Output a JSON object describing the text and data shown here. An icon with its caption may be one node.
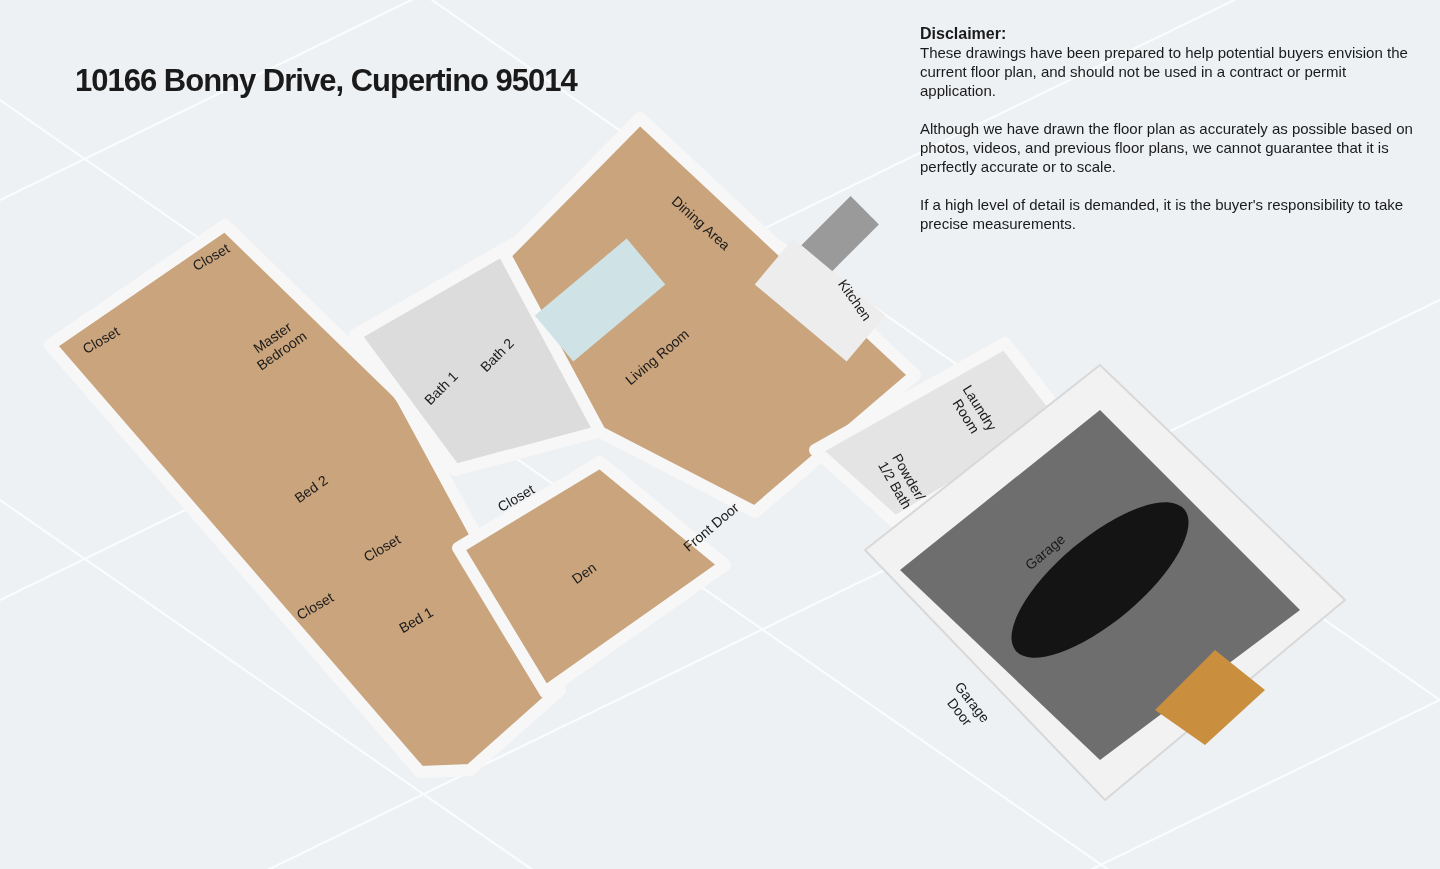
{
  "diagram": {
    "title": "10166 Bonny Drive, Cupertino 95014",
    "labels": [
      "Disclaimer:",
      "These drawings have been prepared to help potential buyers envision the current floor plan, and should not be used in a contract or permit application.",
      "Although we have drawn the floor plan as accurately as possible based on photos, videos, and previous floor plans, we cannot guarantee that it is perfectly accurate or to scale.",
      "If a high level of detail is demanded, it is the buyer's responsibility to take precise measurements.",
      "Closet",
      "Closet",
      "Master Bedroom",
      "Dining Area",
      "Kitchen",
      "Bath 2",
      "Bath 1",
      "Living Room",
      "Laundry Room",
      "Powder/ 1/2 Bath",
      "Closet",
      "Bed 2",
      "Front Door",
      "Den",
      "Garage",
      "Closet",
      "Closet",
      "Bed 1",
      "Garage Door"
    ]
  }
}
